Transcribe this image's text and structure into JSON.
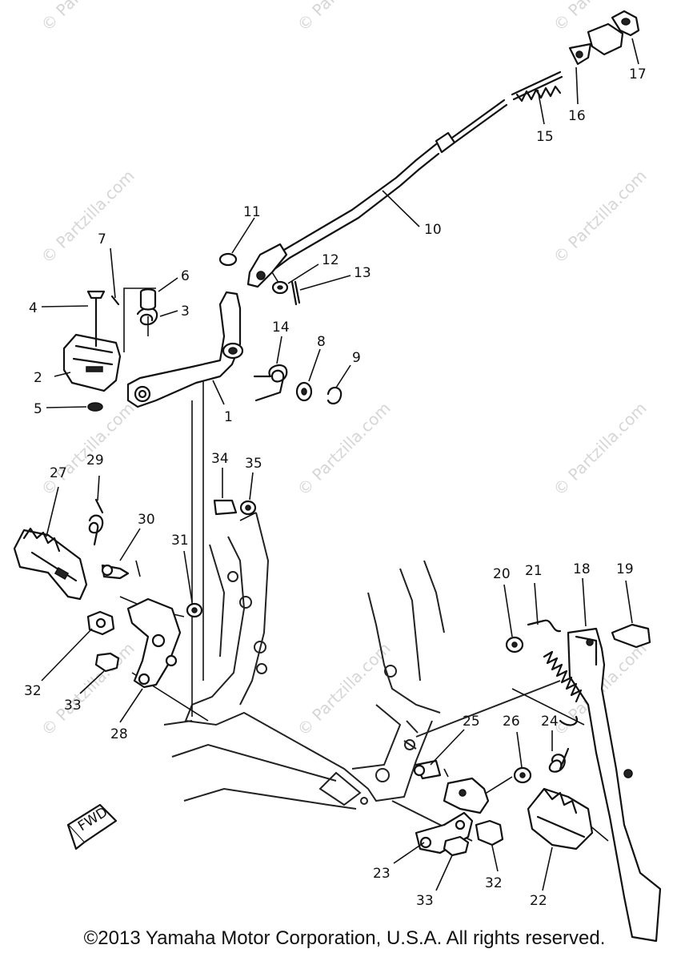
{
  "watermark": "© Partzilla.com",
  "fwd_label": "FWD",
  "copyright": "©2013 Yamaha Motor Corporation, U.S.A. All rights reserved.",
  "callouts": {
    "c1": "1",
    "c2": "2",
    "c3": "3",
    "c4": "4",
    "c5": "5",
    "c6": "6",
    "c7": "7",
    "c8": "8",
    "c9": "9",
    "c10": "10",
    "c11": "11",
    "c12": "12",
    "c13": "13",
    "c14": "14",
    "c15": "15",
    "c16": "16",
    "c17": "17",
    "c18": "18",
    "c19": "19",
    "c20": "20",
    "c21": "21",
    "c22": "22",
    "c23": "23",
    "c24": "24",
    "c25": "25",
    "c26": "26",
    "c27": "27",
    "c28": "28",
    "c29": "29",
    "c30": "30",
    "c31": "31",
    "c32a": "32",
    "c32b": "32",
    "c33a": "33",
    "c33b": "33",
    "c34": "34",
    "c35": "35"
  }
}
